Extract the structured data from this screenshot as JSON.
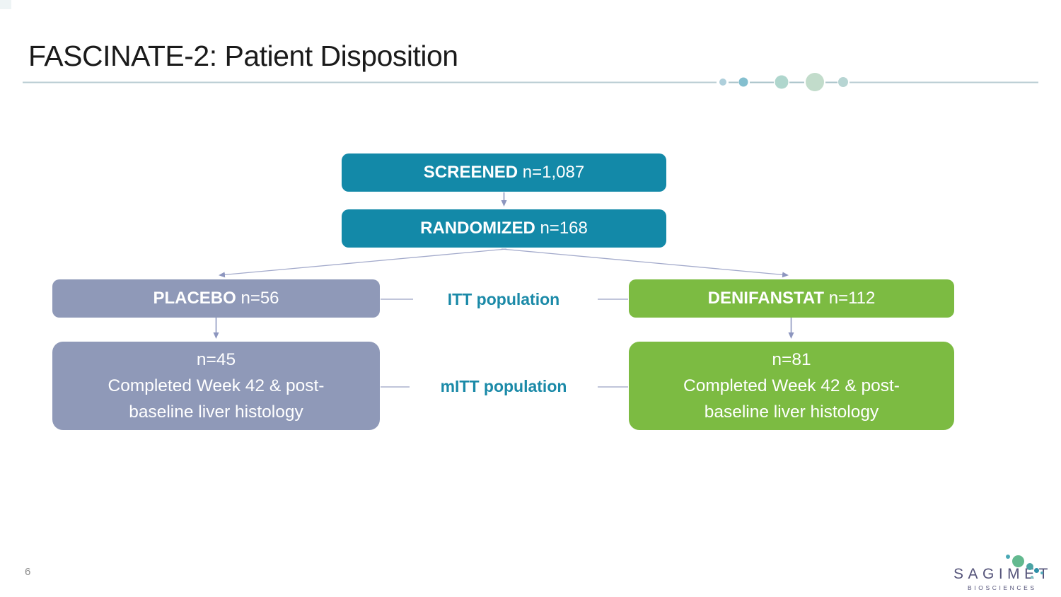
{
  "slide": {
    "title": "FASCINATE-2: Patient Disposition",
    "page_number": "6"
  },
  "flowchart": {
    "screened": {
      "label": "SCREENED",
      "value": " n=1,087"
    },
    "randomized": {
      "label": "RANDOMIZED",
      "value": " n=168"
    },
    "placebo": {
      "label": "PLACEBO",
      "value": " n=56"
    },
    "denifanstat": {
      "label": "DENIFANSTAT",
      "value": " n=112"
    },
    "placebo_completed": "n=45\nCompleted Week 42 & post-\nbaseline liver histology",
    "denifanstat_completed": "n=81\nCompleted Week 42 & post-\nbaseline liver histology",
    "itt_label": "ITT population",
    "mitt_label": "mITT population"
  },
  "logo": {
    "wordmark": "SAGIMET",
    "subtitle": "BIOSCIENCES"
  },
  "colors": {
    "teal_box": "#1389a8",
    "gray_box": "#8f99b8",
    "green_box": "#7cbb42",
    "population_label_text": "#1b8aa8",
    "connector_line": "#a3aacb",
    "arrowhead": "#8d96bf",
    "divider_line": "#b9cdd3",
    "divider_dots": [
      "#aecfdb",
      "#84bfcf",
      "#afd6cd",
      "#c2dccb",
      "#b7d5d3"
    ],
    "logo_text": "#55547a",
    "title_text": "#1b1b1b"
  }
}
